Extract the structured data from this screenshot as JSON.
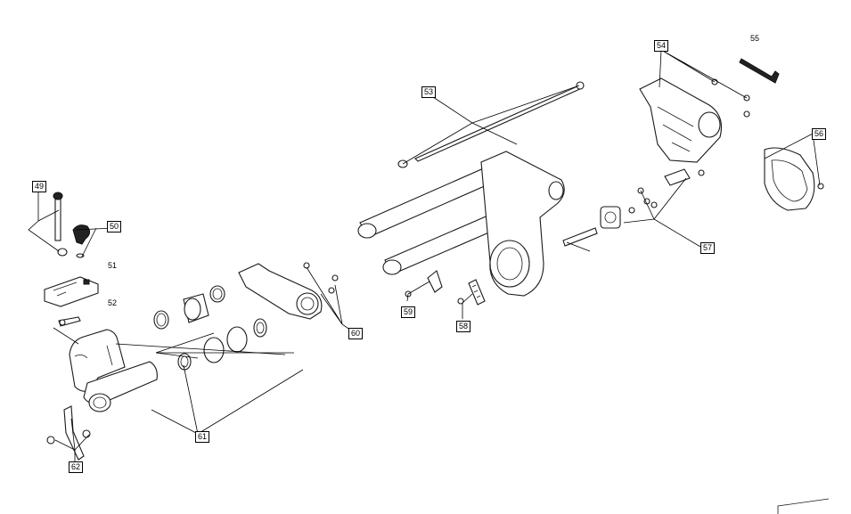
{
  "callouts": [
    {
      "id": "49",
      "text": "49",
      "boxed": true
    },
    {
      "id": "50",
      "text": "50",
      "boxed": true
    },
    {
      "id": "51",
      "text": "51",
      "boxed": false
    },
    {
      "id": "52",
      "text": "52",
      "boxed": false
    },
    {
      "id": "53",
      "text": "53",
      "boxed": true
    },
    {
      "id": "54",
      "text": "54",
      "boxed": true
    },
    {
      "id": "55",
      "text": "55",
      "boxed": false
    },
    {
      "id": "56",
      "text": "56",
      "boxed": true
    },
    {
      "id": "57",
      "text": "57",
      "boxed": true
    },
    {
      "id": "58",
      "text": "58",
      "boxed": true
    },
    {
      "id": "59",
      "text": "59",
      "boxed": true
    },
    {
      "id": "60",
      "text": "60",
      "boxed": true
    },
    {
      "id": "61",
      "text": "61",
      "boxed": true
    },
    {
      "id": "62",
      "text": "62",
      "boxed": true
    }
  ]
}
